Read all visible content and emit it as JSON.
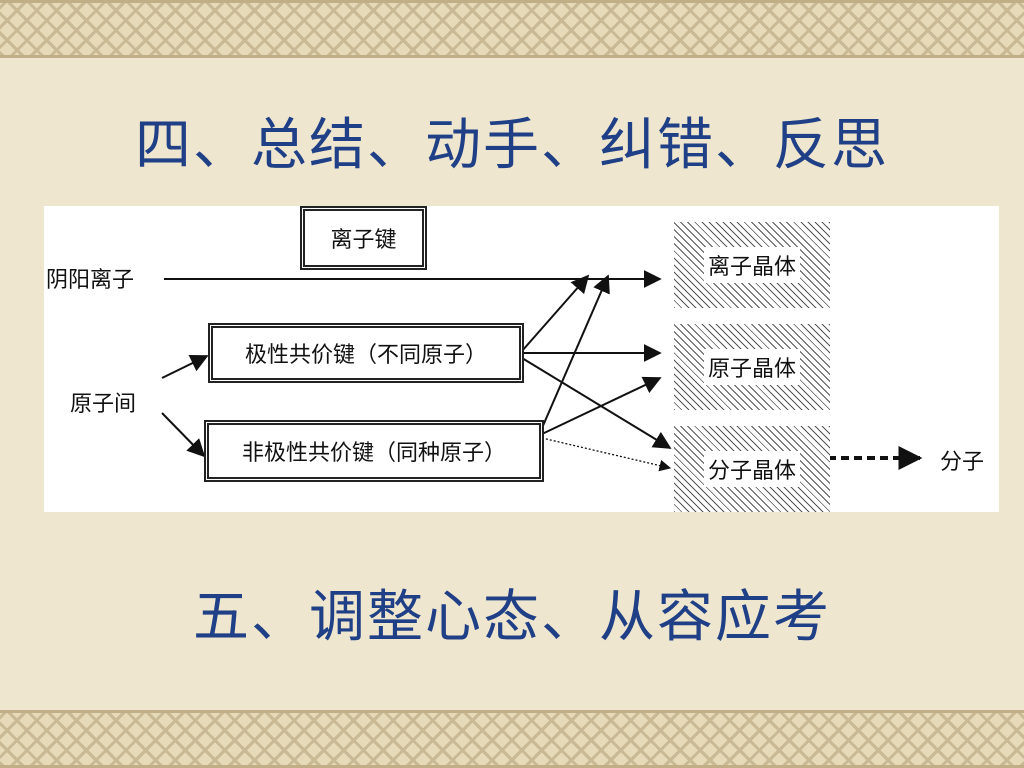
{
  "title_top": "四、总结、动手、纠错、反思",
  "title_bottom": "五、调整心态、从容应考",
  "diagram": {
    "left_labels": {
      "ions": "阴阳离子",
      "atoms": "原子间"
    },
    "bonds": {
      "ionic": "离子键",
      "polar": "极性共价键（不同原子）",
      "nonpolar": "非极性共价键（同种原子）"
    },
    "crystals": {
      "ionic": "离子晶体",
      "atomic": "原子晶体",
      "molecular": "分子晶体"
    },
    "molecule": "分子"
  }
}
